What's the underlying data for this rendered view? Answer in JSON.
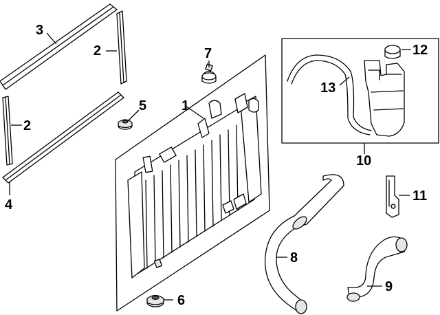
{
  "callouts": [
    {
      "id": "callout-1",
      "label": "1"
    },
    {
      "id": "callout-2a",
      "label": "2"
    },
    {
      "id": "callout-2b",
      "label": "2"
    },
    {
      "id": "callout-3",
      "label": "3"
    },
    {
      "id": "callout-4",
      "label": "4"
    },
    {
      "id": "callout-5",
      "label": "5"
    },
    {
      "id": "callout-6",
      "label": "6"
    },
    {
      "id": "callout-7",
      "label": "7"
    },
    {
      "id": "callout-8",
      "label": "8"
    },
    {
      "id": "callout-9",
      "label": "9"
    },
    {
      "id": "callout-10",
      "label": "10"
    },
    {
      "id": "callout-11",
      "label": "11"
    },
    {
      "id": "callout-12",
      "label": "12"
    },
    {
      "id": "callout-13",
      "label": "13"
    }
  ]
}
